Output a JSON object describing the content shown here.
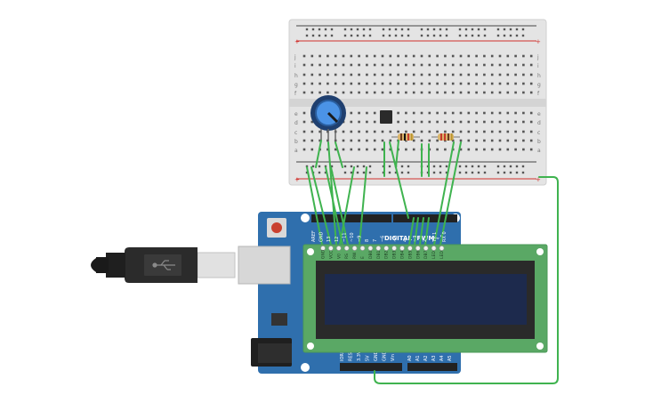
{
  "canvas": {
    "colors": {
      "background": "#ffffff",
      "breadboard": "#e6e6e6",
      "rail_red": "#d0312d",
      "rail_dark": "#444444",
      "wire_green": "#3fb34f",
      "arduino_blue": "#2e6fb0",
      "lcd_green": "#5aa865",
      "lcd_screen": "#1b2540",
      "pot_blue": "#2f7ed8"
    }
  },
  "breadboard": {
    "name": "breadboard",
    "row_letters_top": [
      "j",
      "i",
      "h",
      "g",
      "f"
    ],
    "row_letters_bottom": [
      "e",
      "d",
      "c",
      "b",
      "a"
    ],
    "rail_plus": "+",
    "rail_minus": "-"
  },
  "components": {
    "potentiometer": "potentiometer",
    "ic_chip": "transistor",
    "resistor_1": "resistor",
    "resistor_2": "resistor"
  },
  "arduino": {
    "header_label": "DIGITAL (PWM~)",
    "top_pin_labels": [
      "AREF",
      "GND",
      "13",
      "12",
      "~11",
      "~10",
      "~9",
      "8",
      "7",
      "~6",
      "~5",
      "4",
      "~3",
      "2",
      "TX 1",
      "RX 0"
    ],
    "bottom_pin_labels": [
      "IOREF",
      "RESET",
      "3.3V",
      "5V",
      "GND",
      "GND",
      "Vin",
      "A0",
      "A1",
      "A2",
      "A3",
      "A4",
      "A5"
    ]
  },
  "lcd": {
    "pin_labels": [
      "GND",
      "VCC",
      "V0",
      "RS",
      "RW",
      "E",
      "DB0",
      "DB1",
      "DB2",
      "DB3",
      "DB4",
      "DB5",
      "DB6",
      "DB7",
      "LED",
      "LED"
    ]
  },
  "usb": {
    "name": "usb-cable"
  }
}
